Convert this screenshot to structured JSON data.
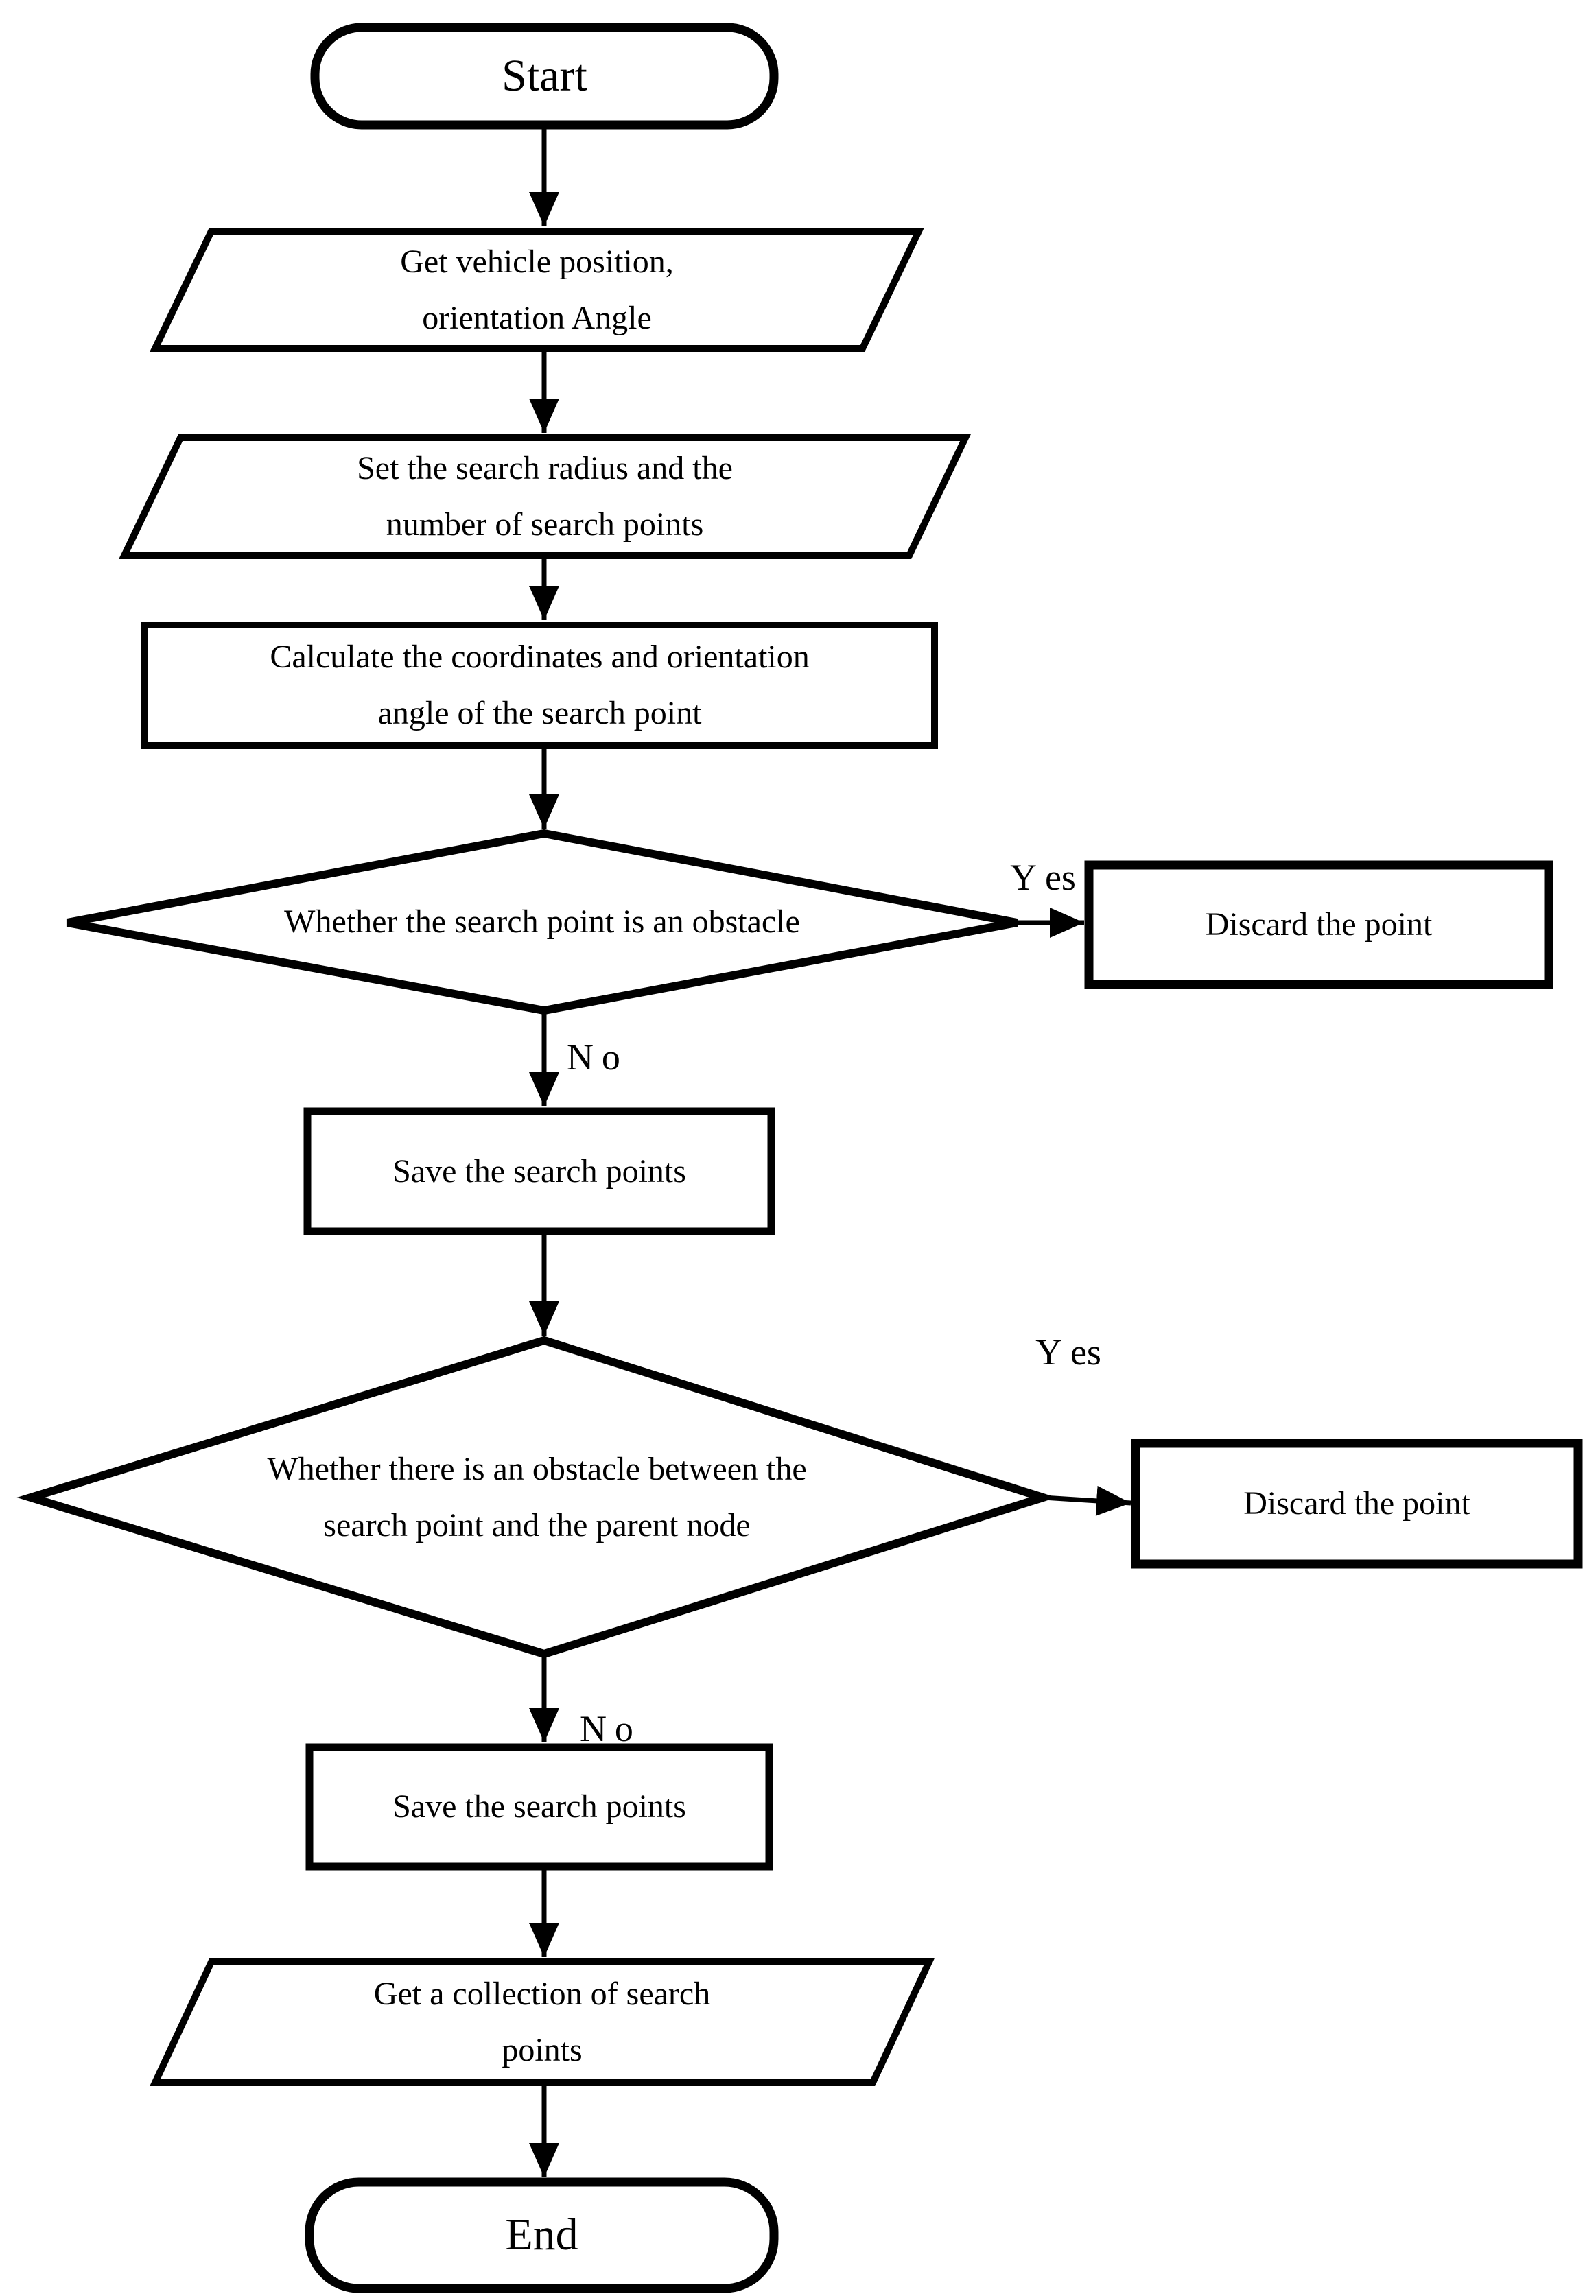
{
  "figure_type": "flowchart",
  "colors": {
    "stroke": "#000000",
    "fill": "#ffffff",
    "background": "#ffffff",
    "text": "#000000"
  },
  "nodes": {
    "start": {
      "shape": "terminator",
      "label": "Start"
    },
    "get_vehicle": {
      "shape": "parallelogram",
      "label": "Get vehicle position,\norientation Angle"
    },
    "set_radius": {
      "shape": "parallelogram",
      "label": "Set the search radius and the\nnumber of search points"
    },
    "calculate": {
      "shape": "process",
      "label": "Calculate the coordinates and orientation\nangle of the search point"
    },
    "is_obstacle": {
      "shape": "decision",
      "label": "Whether the search point is an obstacle"
    },
    "discard_1": {
      "shape": "process",
      "label": "Discard the point"
    },
    "save_1": {
      "shape": "process",
      "label": "Save the search points"
    },
    "obstacle_between": {
      "shape": "decision",
      "label": "Whether there is an obstacle between the\nsearch point and the parent node"
    },
    "discard_2": {
      "shape": "process",
      "label": "Discard the point"
    },
    "save_2": {
      "shape": "process",
      "label": "Save the search points"
    },
    "get_collection": {
      "shape": "parallelogram",
      "label": "Get a collection of search\npoints"
    },
    "end": {
      "shape": "terminator",
      "label": "End"
    }
  },
  "edges": {
    "yes_1": "Yes",
    "no_1": "No",
    "yes_2": "Yes",
    "no_2": "No"
  }
}
